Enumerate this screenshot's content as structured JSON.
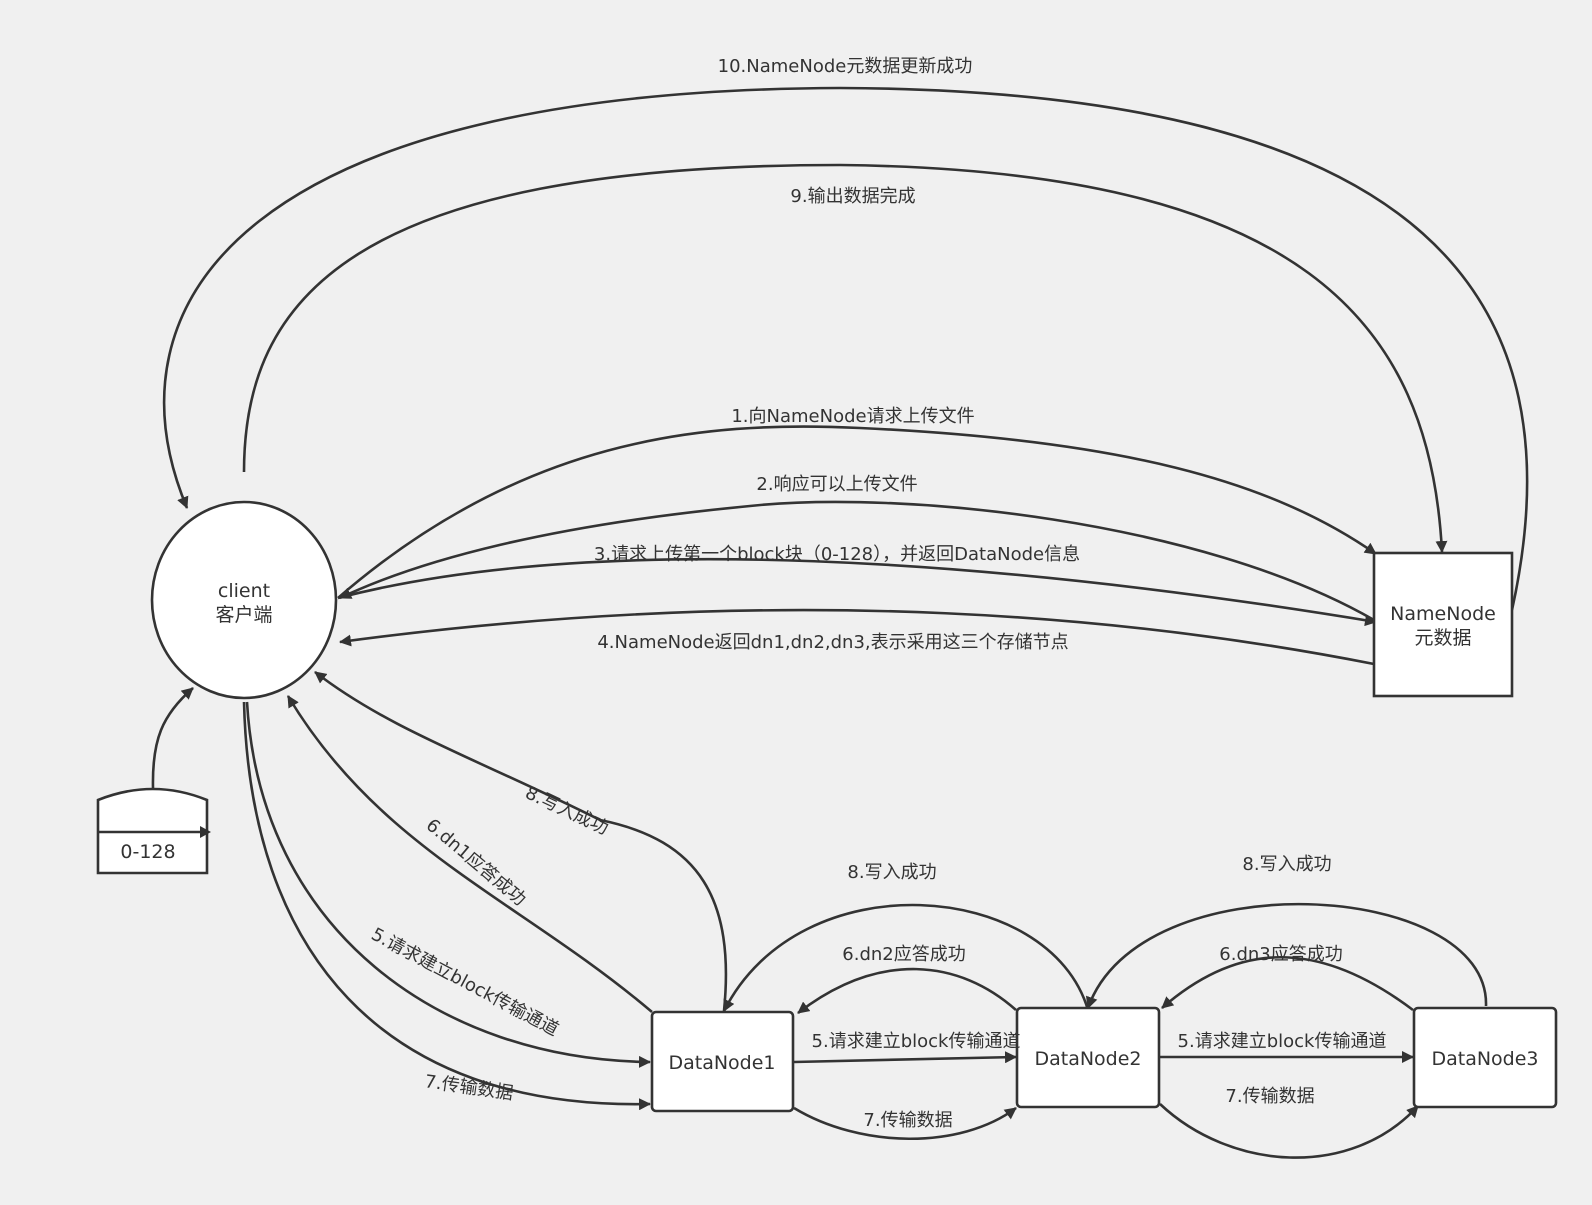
{
  "colors": {
    "background": "#f0f0f0",
    "stroke": "#333333",
    "node_fill": "#ffffff",
    "text": "#333333"
  },
  "nodes": {
    "client": {
      "line1": "client",
      "line2": "客户端"
    },
    "namenode": {
      "line1": "NameNode",
      "line2": "元数据"
    },
    "datanode1": {
      "label": "DataNode1"
    },
    "datanode2": {
      "label": "DataNode2"
    },
    "datanode3": {
      "label": "DataNode3"
    },
    "block_file": {
      "label": "0-128"
    }
  },
  "edges": {
    "e1": "1.向NameNode请求上传文件",
    "e2": "2.响应可以上传文件",
    "e3": "3.请求上传第一个block块（0-128），并返回DataNode信息",
    "e4": "4.NameNode返回dn1,dn2,dn3,表示采用这三个存储节点",
    "e5_client_dn1": "5.请求建立block传输通道",
    "e5_dn1_dn2": "5.请求建立block传输通道",
    "e5_dn2_dn3": "5.请求建立block传输通道",
    "e6_dn1": "6.dn1应答成功",
    "e6_dn2": "6.dn2应答成功",
    "e6_dn3": "6.dn3应答成功",
    "e7_client_dn1": "7.传输数据",
    "e7_dn1_dn2": "7.传输数据",
    "e7_dn2_dn3": "7.传输数据",
    "e8_dn1_client": "8.写入成功",
    "e8_dn2_dn1": "8.写入成功",
    "e8_dn3_dn2": "8.写入成功",
    "e9": "9.输出数据完成",
    "e10": "10.NameNode元数据更新成功"
  }
}
